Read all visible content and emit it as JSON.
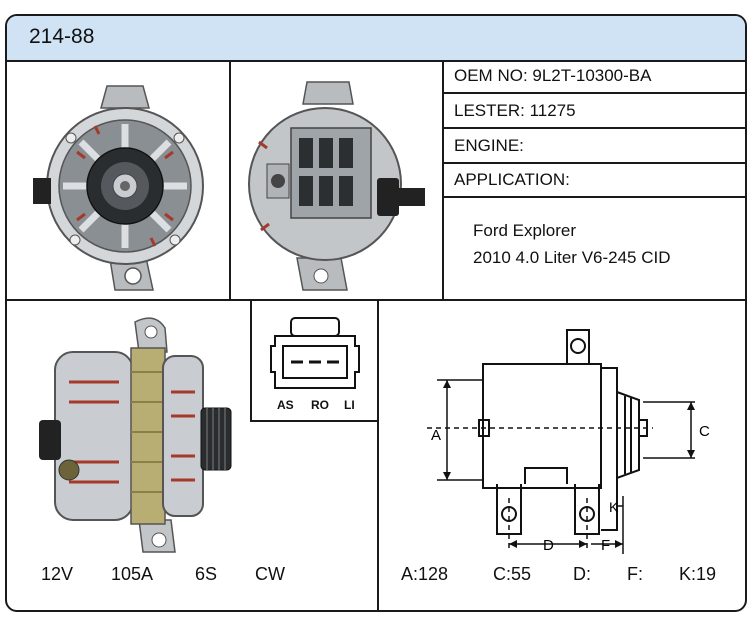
{
  "part_number": "214-88",
  "specs": {
    "oem": "OEM NO: 9L2T-10300-BA",
    "lester": "LESTER: 11275",
    "engine": "ENGINE:",
    "application": "APPLICATION:"
  },
  "application_lines": [
    "Ford Explorer",
    "2010 4.0 Liter V6-245 CID"
  ],
  "connector_pins": [
    "AS",
    "RO",
    "LI"
  ],
  "electrical": {
    "voltage": "12V",
    "amperage": "105A",
    "pulley": "6S",
    "rotation": "CW"
  },
  "dimension_labels": {
    "a": "A",
    "c": "C",
    "d": "D",
    "f": "F",
    "k": "K"
  },
  "dimensions": {
    "a": "A:128",
    "c": "C:55",
    "d": "D:",
    "f": "F:",
    "k": "K:19"
  },
  "colors": {
    "header": "#cfe3f5",
    "border": "#1a1a1a"
  }
}
